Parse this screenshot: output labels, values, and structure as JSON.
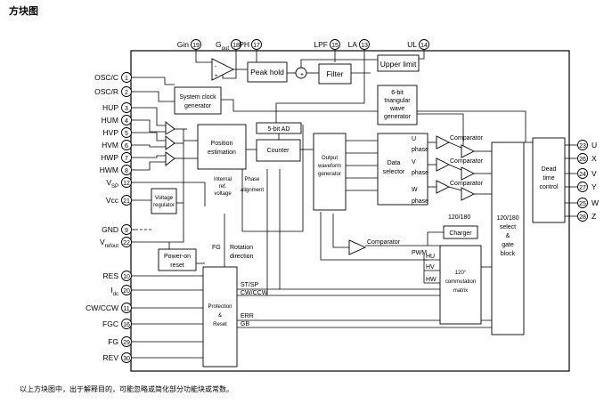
{
  "title": "方块图",
  "footnote": "以上方块图中，出于解释目的，可能忽略或简化部分功能块或常数。",
  "top_pins": [
    {
      "name": "Gin",
      "sub": "",
      "num": "19"
    },
    {
      "name": "G",
      "sub": "out",
      "num": "18"
    },
    {
      "name": "PH",
      "sub": "",
      "num": "17"
    },
    {
      "name": "LPF",
      "sub": "",
      "num": "15"
    },
    {
      "name": "LA",
      "sub": "",
      "num": "13"
    },
    {
      "name": "UL",
      "sub": "",
      "num": "14"
    }
  ],
  "left_pins": [
    {
      "name": "OSC/C",
      "sub": "",
      "num": "1"
    },
    {
      "name": "OSC/R",
      "sub": "",
      "num": "2"
    },
    {
      "name": "HUP",
      "sub": "",
      "num": "3"
    },
    {
      "name": "HUM",
      "sub": "",
      "num": "4"
    },
    {
      "name": "HVP",
      "sub": "",
      "num": "5"
    },
    {
      "name": "HVM",
      "sub": "",
      "num": "6"
    },
    {
      "name": "HWP",
      "sub": "",
      "num": "7"
    },
    {
      "name": "HWM",
      "sub": "",
      "num": "8"
    },
    {
      "name": "V",
      "sub": "SP",
      "num": "12"
    },
    {
      "name": "Vcc",
      "sub": "",
      "num": "21"
    },
    {
      "name": "GND",
      "sub": "",
      "num": "9"
    },
    {
      "name": "V",
      "sub": "refout",
      "num": "22"
    },
    {
      "name": "RES",
      "sub": "",
      "num": "10"
    },
    {
      "name": "I",
      "sub": "dc",
      "num": "20"
    },
    {
      "name": "CW/CCW",
      "sub": "",
      "num": "11"
    },
    {
      "name": "FGC",
      "sub": "",
      "num": "16"
    },
    {
      "name": "FG",
      "sub": "",
      "num": "29"
    },
    {
      "name": "REV",
      "sub": "",
      "num": "30"
    }
  ],
  "right_pins": [
    {
      "name": "U",
      "num": "23"
    },
    {
      "name": "X",
      "num": "26"
    },
    {
      "name": "V",
      "num": "24"
    },
    {
      "name": "Y",
      "num": "27"
    },
    {
      "name": "W",
      "num": "25"
    },
    {
      "name": "Z",
      "num": "28"
    }
  ],
  "blocks": {
    "peak_hold": "Peak hold",
    "filter": "Filter",
    "upper_limit": "Upper limit",
    "clock_gen": [
      "System clock",
      "generator"
    ],
    "tri_wave": [
      "6-bit",
      "triangular",
      "wave",
      "generator"
    ],
    "five_bit_ad": "5-bit AD",
    "counter": "Counter",
    "pos_est": [
      "Position",
      "estimation"
    ],
    "output_wave": [
      "Output",
      "waveform",
      "generator"
    ],
    "data_sel": [
      "Data",
      "selector"
    ],
    "dead_time": [
      "Dead",
      "time",
      "control"
    ],
    "select_gate": [
      "120/180",
      "select",
      "&",
      "gate",
      "block"
    ],
    "charger": "Charger",
    "voltage_reg": [
      "Voltage",
      "regulator"
    ],
    "power_on_reset": [
      "Power-on",
      "reset"
    ],
    "protection": [
      "Protection",
      "&",
      "Reset"
    ],
    "commutation": [
      "120°",
      "commutation",
      "matrix"
    ]
  },
  "labels": {
    "comparator": "Comparator",
    "u_phase": [
      "U",
      "phase"
    ],
    "v_phase": [
      "V",
      "phase"
    ],
    "w_phase": [
      "W",
      "phase"
    ],
    "ratio": "120/180",
    "internal_ref": [
      "Internal",
      "ref.",
      "voltage"
    ],
    "phase_alignment": [
      "Phase",
      "alignment"
    ],
    "fg": "FG",
    "rotation_direction": [
      "Rotation",
      "direction"
    ],
    "pwm": "PWM",
    "hu": "HU",
    "hv": "HV",
    "hw": "HW",
    "st_sp": "ST/SP",
    "cw_ccw": "CW/CCW",
    "err": "ERR",
    "gb": "GB",
    "plus": "+",
    "minus": "-"
  }
}
